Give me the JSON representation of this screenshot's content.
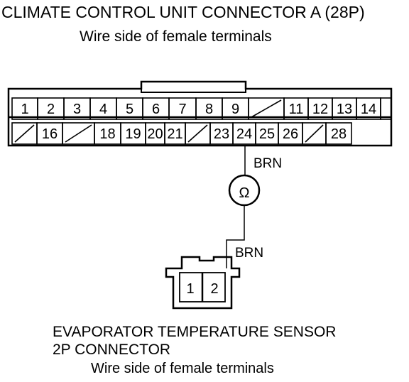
{
  "title_a": "CLIMATE CONTROL UNIT CONNECTOR A (28P)",
  "subtitle_a": "Wire side of female terminals",
  "connector_a": {
    "row1": [
      "1",
      "2",
      "3",
      "4",
      "5",
      "6",
      "7",
      "8",
      "9",
      "",
      "11",
      "12",
      "13",
      "14",
      ""
    ],
    "row2": [
      "",
      "16",
      "",
      "18",
      "19",
      "20",
      "21",
      "",
      "23",
      "24",
      "25",
      "26",
      "",
      "28"
    ]
  },
  "wire_label_upper": "BRN",
  "wire_label_lower": "BRN",
  "meter_symbol": "Ω",
  "connector_b": {
    "pins": [
      "1",
      "2"
    ]
  },
  "title_b_line1": "EVAPORATOR TEMPERATURE SENSOR",
  "title_b_line2": "2P CONNECTOR",
  "subtitle_b": "Wire side of female terminals"
}
